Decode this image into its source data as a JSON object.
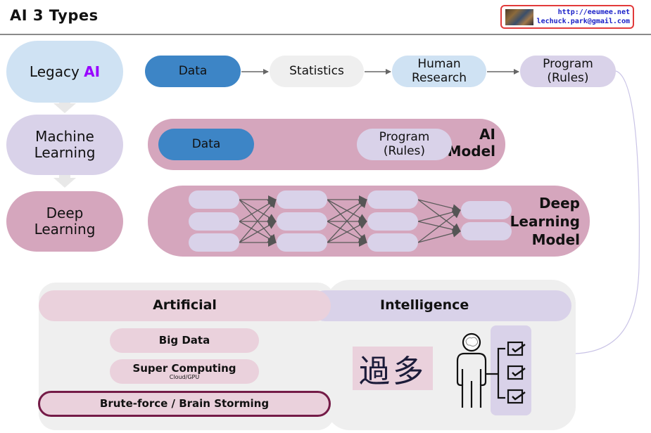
{
  "header": {
    "title": "AI 3 Types",
    "badge": {
      "url": "http://eeumee.net",
      "email": "lechuck.park@gmail.com"
    }
  },
  "stages": {
    "legacy": {
      "prefix": "Legacy ",
      "highlight": "AI",
      "highlight_color": "#9900ff"
    },
    "machine_learning": {
      "line1": "Machine",
      "line2": "Learning"
    },
    "deep_learning": {
      "line1": "Deep",
      "line2": "Learning"
    }
  },
  "legacy_flow": {
    "steps": [
      {
        "line1": "Data",
        "line2": ""
      },
      {
        "line1": "Statistics",
        "line2": ""
      },
      {
        "line1": "Human",
        "line2": "Research"
      },
      {
        "line1": "Program",
        "line2": "(Rules)"
      }
    ]
  },
  "ml_flow": {
    "input": "Data",
    "output_line1": "Program",
    "output_line2": "(Rules)",
    "label_line1": "AI",
    "label_line2": "Model"
  },
  "dl_flow": {
    "layers": [
      3,
      3,
      3,
      2
    ],
    "label_line1": "Deep",
    "label_line2": "Learning",
    "label_line3": "Model"
  },
  "bottom": {
    "artificial": "Artificial",
    "intelligence": "Intelligence",
    "factors": [
      {
        "label": "Big Data",
        "sub": ""
      },
      {
        "label": "Super Computing",
        "sub": "Cloud/GPU"
      },
      {
        "label": "Brute-force / Brain Storming",
        "sub": ""
      }
    ],
    "kanji": "過多",
    "icons": [
      "person-brain-icon",
      "checklist-icon"
    ]
  },
  "colors": {
    "blue_data": "#3d85c6",
    "light_blue": "#cfe2f3",
    "lavender": "#d9d2e9",
    "mauve": "#d5a6bd",
    "light_pink": "#ead1dc",
    "dark_magenta": "#741b47",
    "arrow_gray": "#666666"
  }
}
